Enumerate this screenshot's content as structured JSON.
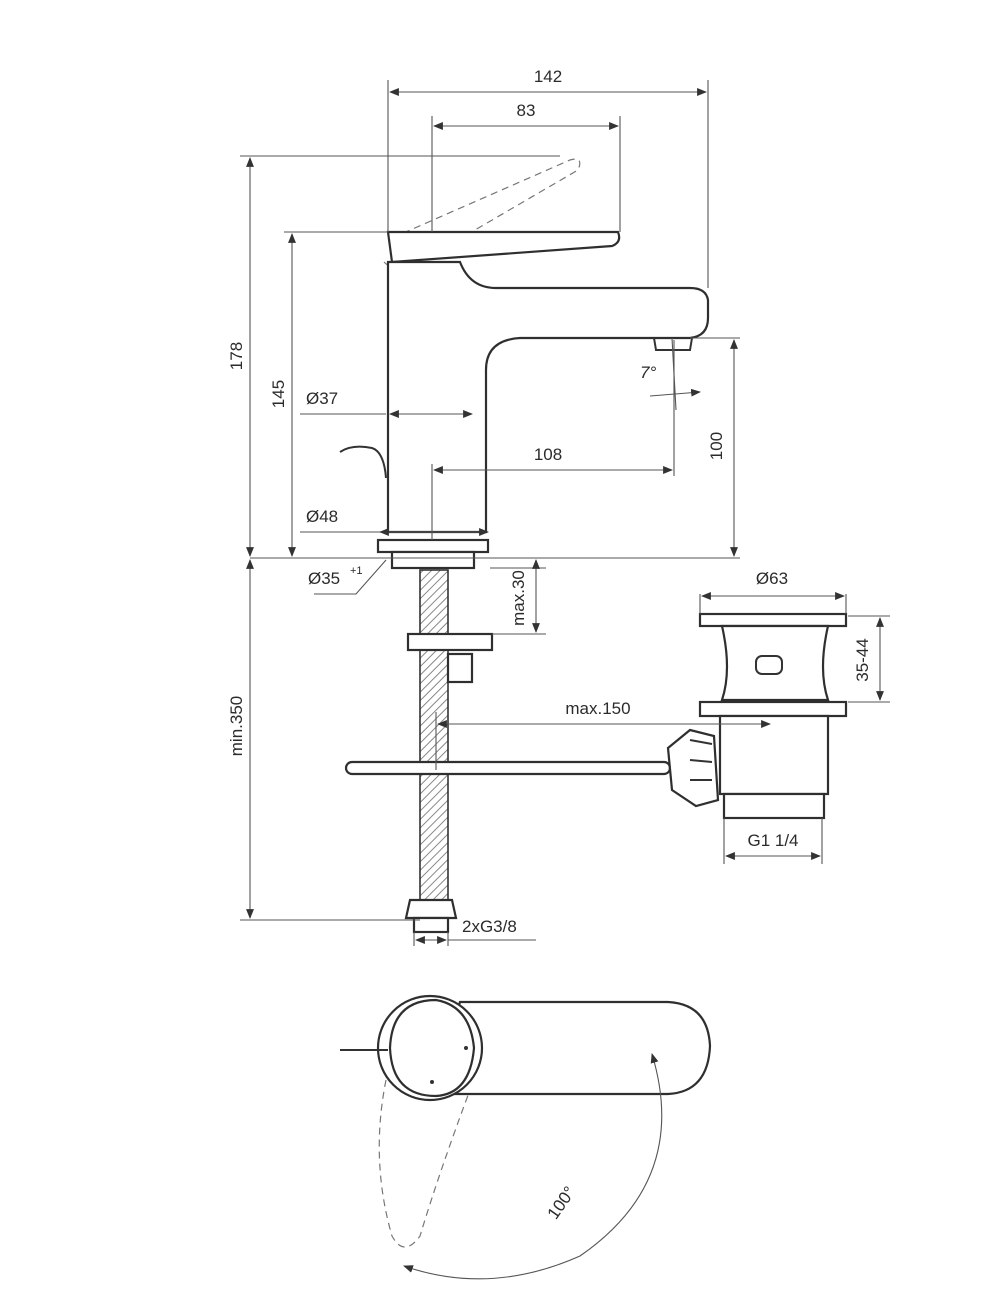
{
  "dimensions": {
    "width_overall": "142",
    "width_lever": "83",
    "height_overall": "178",
    "height_body": "145",
    "dia_body": "Ø37",
    "spout_reach": "108",
    "dia_base": "Ø48",
    "spout_height": "100",
    "dia_hole": "Ø35",
    "plus_one": "+1",
    "deck_thickness": "max.30",
    "spout_angle": "7°",
    "waste_dia": "Ø63",
    "waste_range": "35-44",
    "hose_length": "min.350",
    "rod_reach": "max.150",
    "waste_thread": "G1 1/4",
    "hose_thread": "2xG3/8",
    "swivel_angle": "100°"
  },
  "colors": {
    "line": "#333333",
    "dimension": "#555555",
    "hatch": "#888888"
  }
}
